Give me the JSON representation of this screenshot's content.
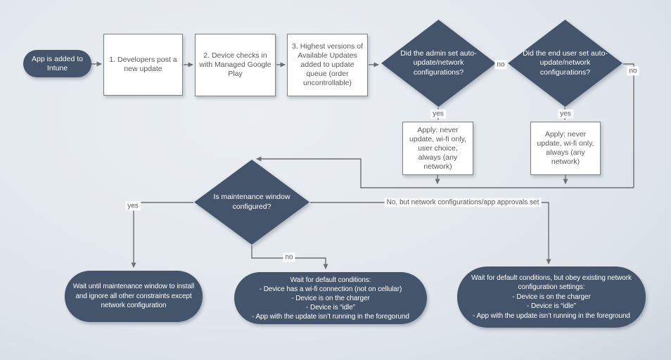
{
  "nodes": {
    "start": {
      "label": "App is added to Intune"
    },
    "step1": {
      "label": "1. Developers post a new update"
    },
    "step2": {
      "label": "2. Device checks in with Managed Google Play"
    },
    "step3": {
      "label": "3. Highest versions of Available Updates added to update queue (order uncontrollable)"
    },
    "admin_decision": {
      "label": "Did the admin set auto-update/network configurations?"
    },
    "user_decision": {
      "label": "Did the end user set auto-update/network configurations?"
    },
    "apply_admin": {
      "label": "Apply: never update, wi-fi only, user choice, always (any network)"
    },
    "apply_user": {
      "label": "Apply: never update, wi-fi only, always (any network)"
    },
    "maintenance_decision": {
      "label": "Is maintenance window configured?"
    },
    "wait_maintenance": {
      "label": "Wait until maintenance window to install and ignore all other constraints except network configuration"
    },
    "wait_default": {
      "lines": [
        "Wait for default conditions:",
        "- Device has a wi-fi connection (not on cellular)",
        "- Device is on the charger",
        "- Device is “idle”",
        "- App with the update isn’t running in the foregorund"
      ]
    },
    "wait_network": {
      "lines": [
        "Wait for default conditions, but obey existing network configuration settings:",
        "- Device is on the charger",
        "- Device is “idle”",
        "- App with the update isn’t running in the foreground"
      ]
    }
  },
  "edge_labels": {
    "admin_no": "no",
    "admin_yes": "yes",
    "user_no": "no",
    "user_yes": "yes",
    "maintenance_yes": "yes",
    "maintenance_no": "no",
    "maintenance_branch": "No, but network configurations/app approvals set"
  },
  "colors": {
    "shape_dark": "#44546A",
    "box_border": "#808080",
    "box_text": "#595959",
    "connector": "#6e6e6e"
  }
}
